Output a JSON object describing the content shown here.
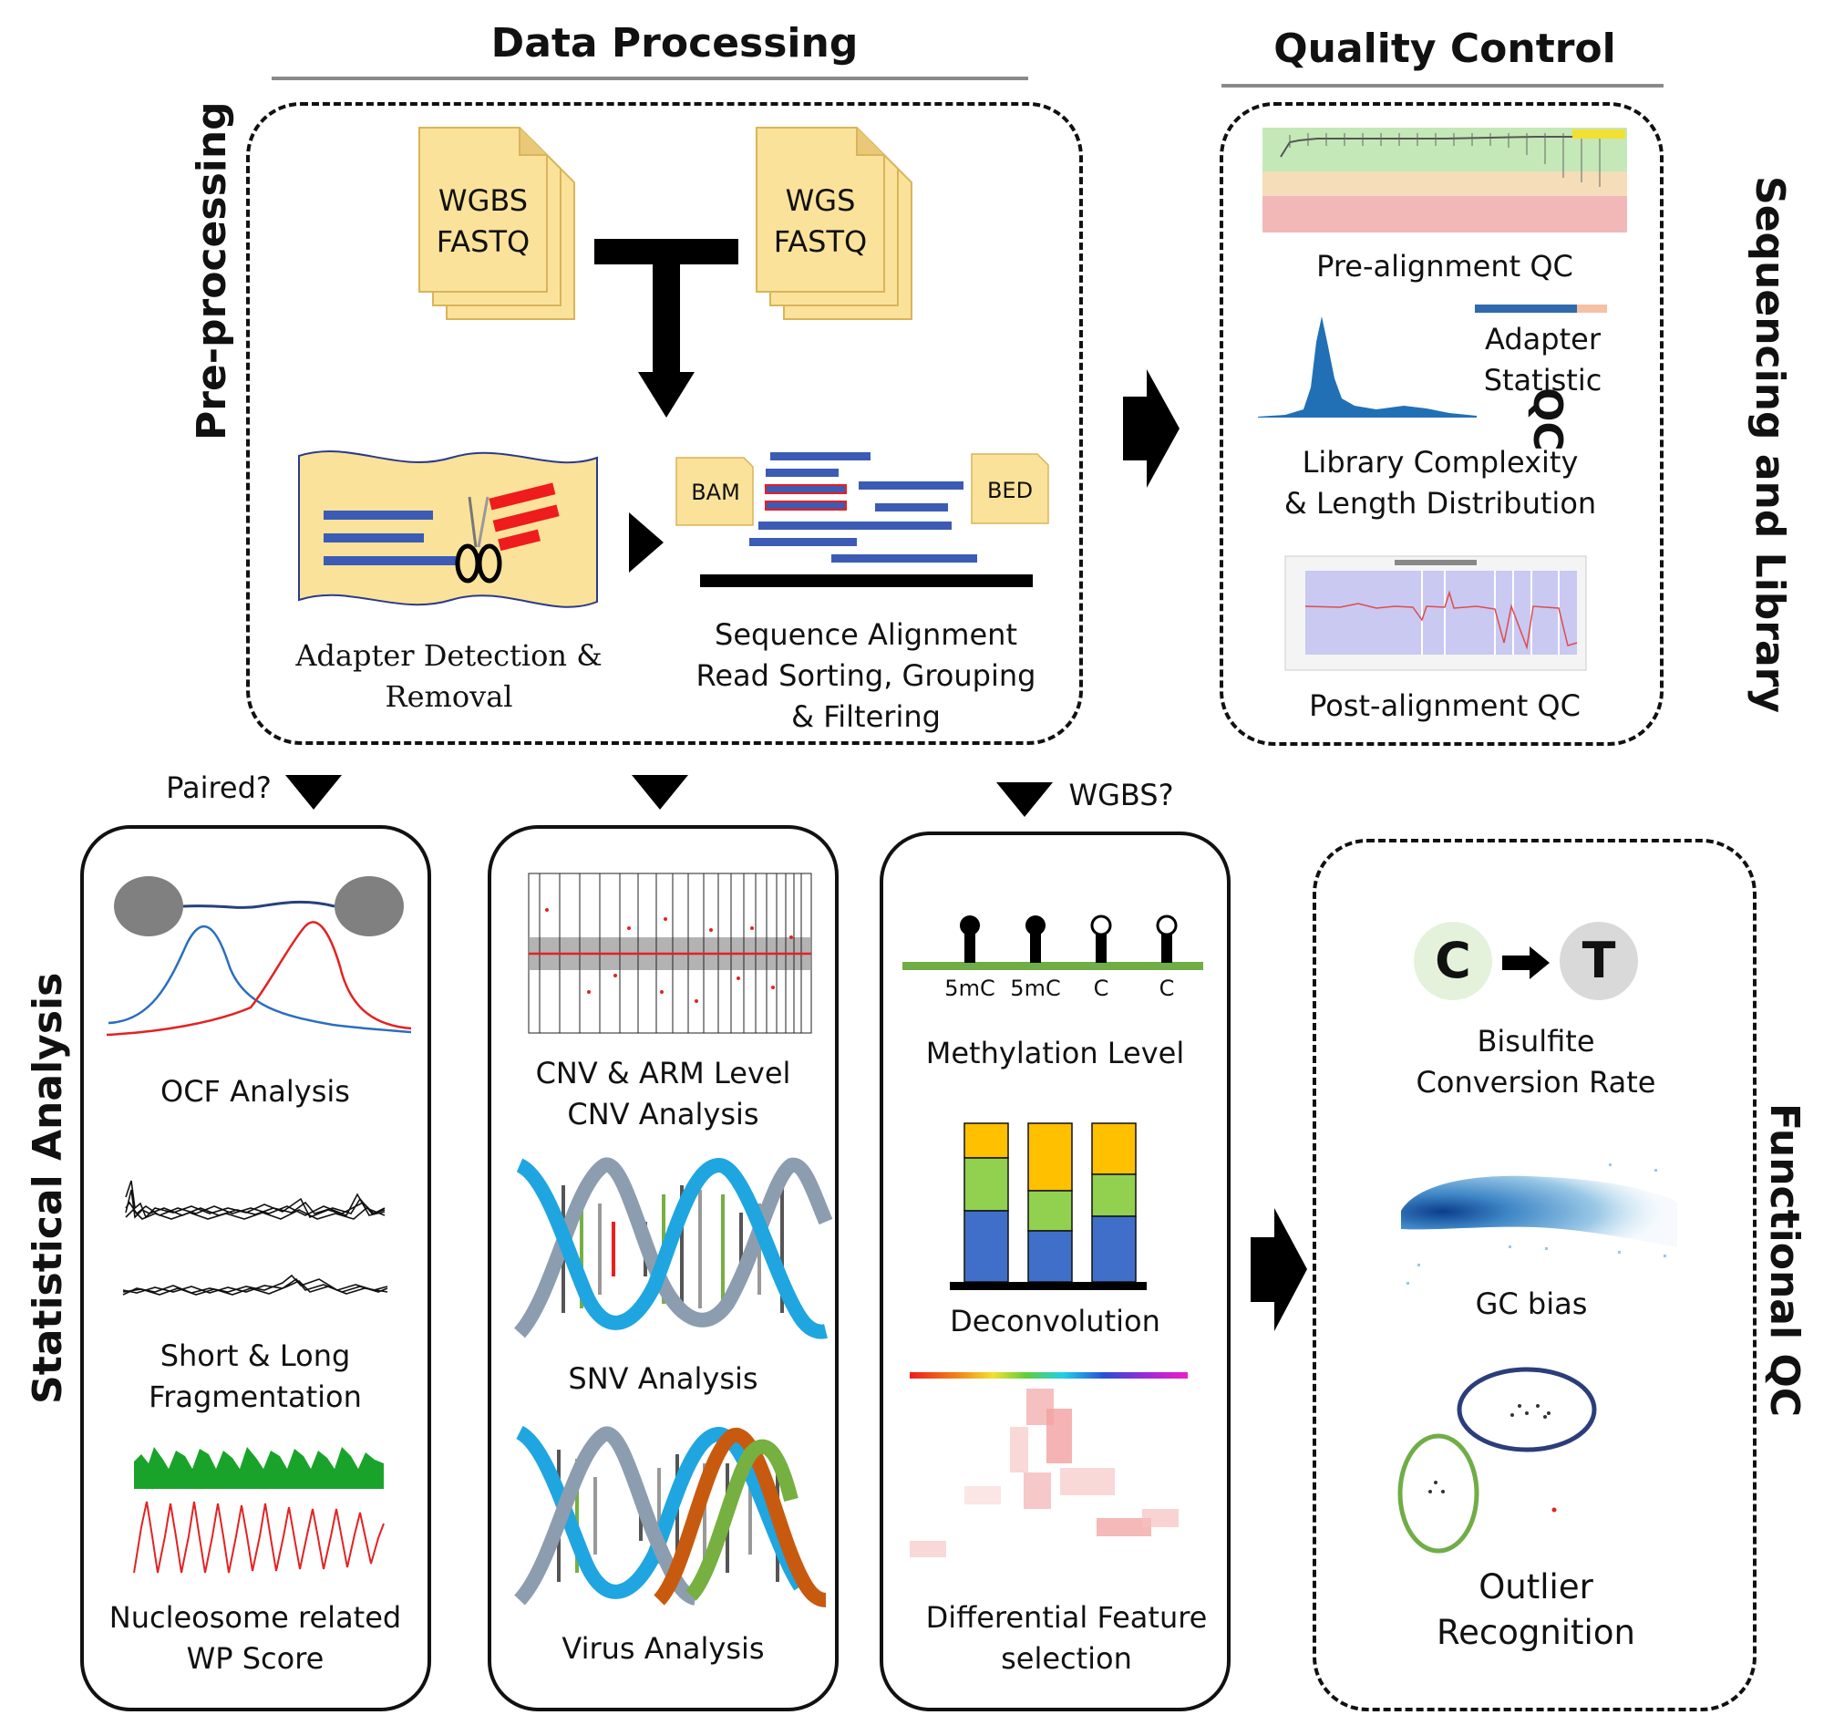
{
  "headers": {
    "data_processing": "Data Processing",
    "quality_control": "Quality Control"
  },
  "side_labels": {
    "pre_processing": "Pre-processing",
    "sequencing_qc_line1": "Sequencing and Library",
    "sequencing_qc_line2": "QC",
    "statistical_analysis": "Statistical Analysis",
    "functional_qc": "Functional QC"
  },
  "preprocessing": {
    "file_wgbs_line1": "WGBS",
    "file_wgbs_line2": "FASTQ",
    "file_wgs_line1": "WGS",
    "file_wgs_line2": "FASTQ",
    "bam": "BAM",
    "bed": "BED",
    "adapter_line1": "Adapter Detection &",
    "adapter_line2": "Removal",
    "alignment_line1": "Sequence Alignment",
    "alignment_line2": "Read Sorting, Grouping",
    "alignment_line3": "& Filtering"
  },
  "sequencing_qc": {
    "pre_alignment": "Pre-alignment QC",
    "adapter_line1": "Adapter",
    "adapter_line2": "Statistic",
    "library_line1": "Library Complexity",
    "library_line2": "& Length Distribution",
    "post_alignment": "Post-alignment QC"
  },
  "branches": {
    "paired": "Paired?",
    "wgbs": "WGBS?"
  },
  "statistical": {
    "ocf": "OCF Analysis",
    "frag_line1": "Short & Long",
    "frag_line2": "Fragmentation",
    "wp_line1": "Nucleosome related",
    "wp_line2": "WP Score"
  },
  "cnv_panel": {
    "cnv_line1": "CNV & ARM Level",
    "cnv_line2": "CNV Analysis",
    "snv": "SNV Analysis",
    "virus": "Virus Analysis"
  },
  "methylation_panel": {
    "cpg_labels": [
      "5mC",
      "5mC",
      "C",
      "C"
    ],
    "methylation": "Methylation Level",
    "deconvolution": "Deconvolution",
    "dfs_line1": "Differential Feature",
    "dfs_line2": "selection"
  },
  "functional_qc": {
    "c": "C",
    "t": "T",
    "bisulfite_line1": "Bisulfite",
    "bisulfite_line2": "Conversion Rate",
    "gc_bias": "GC bias",
    "outlier_line1": "Outlier",
    "outlier_line2": "Recognition"
  },
  "colors": {
    "file_fill": "#fbe29a",
    "read_blue": "#3b5bb5",
    "adapter_red": "#ee1c1c",
    "strand_cyan": "#1fa6e0",
    "strand_gray": "#8d9db0",
    "strand_green": "#76b041",
    "strand_orange": "#c85a10",
    "bar_blue": "#3f6fc9",
    "bar_green": "#92d050",
    "bar_yellow": "#ffc000",
    "line_green": "#70ad47"
  }
}
